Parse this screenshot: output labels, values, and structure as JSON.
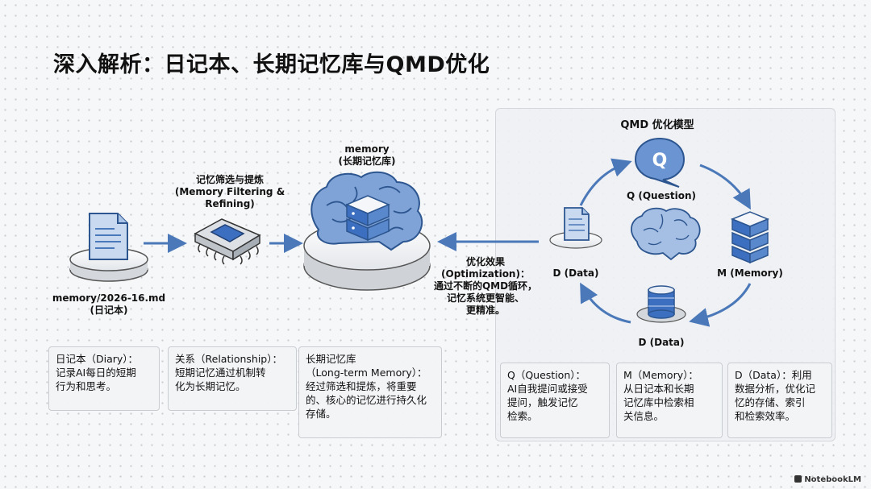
{
  "title": "深入解析：日记本、长期记忆库与QMD优化",
  "diary": {
    "label_line1": "memory/2026-16.md",
    "label_line2": "(日记本)"
  },
  "filter": {
    "label_line1": "记忆筛选与提炼",
    "label_line2": "(Memory Filtering &",
    "label_line3": "Refining)"
  },
  "memory": {
    "label_line1": "memory",
    "label_line2": "(长期记忆库)"
  },
  "optimization": {
    "line1": "优化效果",
    "line2": "(Optimization)：",
    "line3": "通过不断的QMD循环，",
    "line4": "记忆系统更智能、",
    "line5": "更精准。"
  },
  "qmd": {
    "title": "QMD 优化模型",
    "q_label": "Q (Question)",
    "m_label": "M (Memory)",
    "d_bottom_label": "D (Data)",
    "d_left_label": "D (Data)",
    "q_letter": "Q"
  },
  "boxes": {
    "diary_box": {
      "line1": "日记本（Diary）：",
      "line2": "记录AI每日的短期",
      "line3": "行为和思考。"
    },
    "relation_box": {
      "line1": "关系（Relationship）：",
      "line2": "短期记忆通过机制转",
      "line3": "化为长期记忆。"
    },
    "ltm_box": {
      "line1": "长期记忆库",
      "line2": "（Long-term Memory）：",
      "line3": "经过筛选和提炼，将重要",
      "line4": "的、核心的记忆进行持久化",
      "line5": "存储。"
    },
    "q_box": {
      "line1": "Q（Question）：",
      "line2": "AI自我提问或接受",
      "line3": "提问，触发记忆",
      "line4": "检索。"
    },
    "m_box": {
      "line1": "M（Memory）：",
      "line2": "从日记本和长期",
      "line3": "记忆库中检索相",
      "line4": "关信息。"
    },
    "d_box": {
      "line1": "D（Data）：利用",
      "line2": "数据分析，优化记",
      "line3": "忆的存储、索引",
      "line4": "和检索效率。"
    }
  },
  "logo": "NotebookLM",
  "colors": {
    "accent": "#4a78b8",
    "light_blue": "#8fb0dc",
    "dark_blue": "#2d5690"
  }
}
